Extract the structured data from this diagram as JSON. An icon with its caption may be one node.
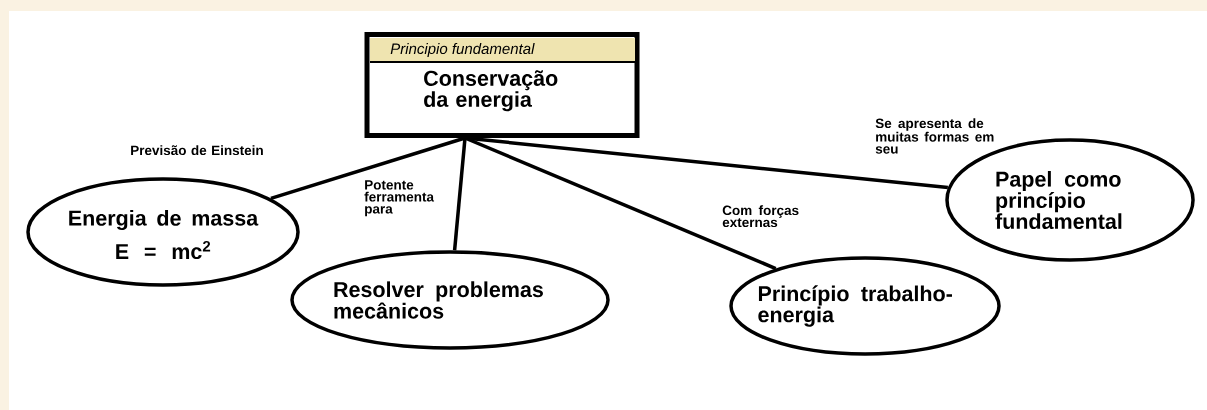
{
  "diagram": {
    "nodes": [
      {
        "text": [
          "Principio fundamental",
          "Conservação da energia"
        ]
      },
      {
        "text": [
          "Energia de massa",
          "E = mc$^{2}$"
        ]
      },
      {
        "text": [
          "Resolver problemas mecânicos"
        ]
      },
      {
        "text": [
          "Princípio trabalho-energia"
        ]
      },
      {
        "text": [
          "Papel como princípio fundamental"
        ]
      }
    ],
    "edges": [
      {
        "from": 0,
        "to": 1,
        "arrow": "none",
        "label": "Previsão de Einstein"
      },
      {
        "from": 0,
        "to": 2,
        "arrow": "none",
        "label": "Potente ferramenta para"
      },
      {
        "from": 0,
        "to": 3,
        "arrow": "none",
        "label": "Com forças externas"
      },
      {
        "from": 0,
        "to": 4,
        "arrow": "none",
        "label": "Se apresenta de muitas formas em seu"
      }
    ]
  }
}
